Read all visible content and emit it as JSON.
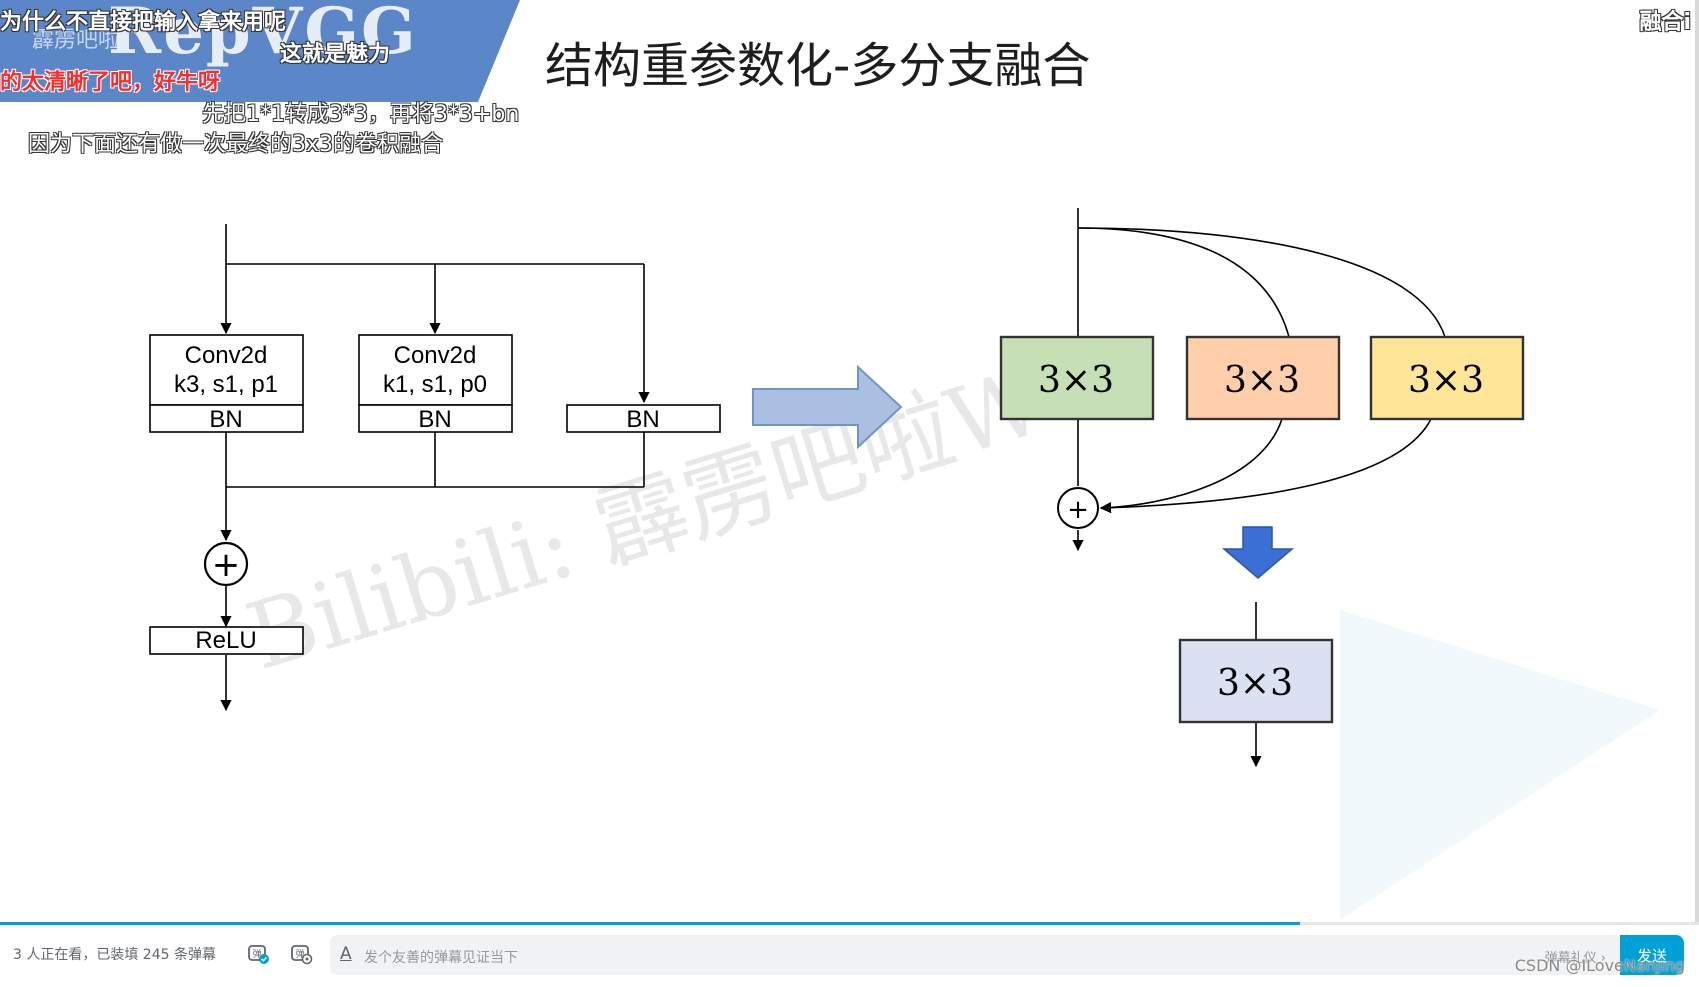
{
  "title": "结构重参数化-多分支融合",
  "logo": {
    "main": "RepVGG",
    "sub": "霹雳吧啦"
  },
  "corner_label": "融合i",
  "danmaku": [
    {
      "text": "为什么不直接把输入拿来用呢",
      "color": "white"
    },
    {
      "text": "这就是魅力",
      "color": "white"
    },
    {
      "text": "的太清晰了吧，好牛呀",
      "color": "red"
    },
    {
      "text": "先把1*1转成3*3，再将3*3+bn",
      "color": "white"
    },
    {
      "text": "因为下面还有做一次最终的3x3的卷积融合",
      "color": "white"
    }
  ],
  "watermark": "Bilibili: 霹雳吧啦W",
  "left_diagram": {
    "branch_1": {
      "conv_line1": "Conv2d",
      "conv_line2": "k3, s1, p1",
      "bn": "BN"
    },
    "branch_2": {
      "conv_line1": "Conv2d",
      "conv_line2": "k1, s1, p0",
      "bn": "BN"
    },
    "branch_3": {
      "bn": "BN"
    },
    "add_symbol": "+",
    "relu": "ReLU"
  },
  "right_diagram": {
    "kernels": [
      {
        "label": "3×3",
        "color": "#c6dfb4"
      },
      {
        "label": "3×3",
        "color": "#ffcfab"
      },
      {
        "label": "3×3",
        "color": "#ffe597"
      }
    ],
    "add_symbol": "+",
    "fused": {
      "label": "3×3",
      "color": "#dae1f3"
    }
  },
  "colors": {
    "transform_arrow": "#a9c0e2",
    "down_arrow": "#3a6fd4",
    "accent": "#00a1d6"
  },
  "player_bar": {
    "viewers": "3 人正在看，已装填 245 条弹幕",
    "danmaku_toggle_icon": "danmaku-toggle-icon",
    "danmaku_settings_icon": "danmaku-settings-icon",
    "input_icon": "A",
    "placeholder": "发个友善的弹幕见证当下",
    "etiquette": "弹幕礼仪 ›",
    "send": "发送",
    "progress": 0.765
  },
  "csdn_watermark": "CSDN @ILoveNanjing"
}
